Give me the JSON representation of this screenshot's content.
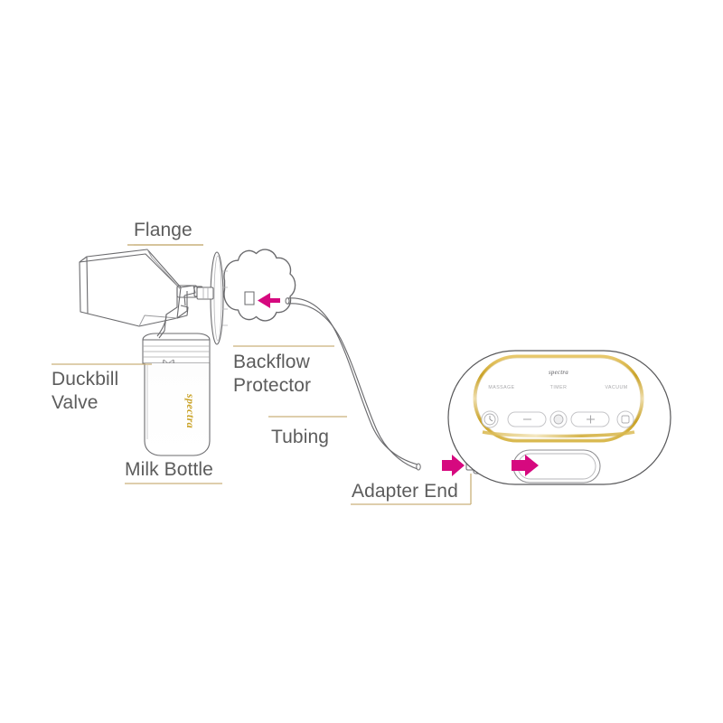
{
  "diagram": {
    "title": "Breast pump assembly diagram",
    "colors": {
      "outline": "#58585a",
      "outline_light": "#8d8d90",
      "gold": "#c9a227",
      "gold_rule": "#c9b07a",
      "magenta": "#d6097f",
      "label_text": "#5c5c5c",
      "background": "#ffffff"
    },
    "callouts": [
      {
        "id": "flange",
        "label": "Flange",
        "rule": "below"
      },
      {
        "id": "backflow-protector",
        "label": "Backflow\nProtector",
        "line1": "Backflow",
        "line2": "Protector",
        "rule": "above"
      },
      {
        "id": "duckbill-valve",
        "label": "Duckbill\nValve",
        "line1": "Duckbill",
        "line2": "Valve",
        "rule": "above"
      },
      {
        "id": "milk-bottle",
        "label": "Milk Bottle",
        "rule": "below"
      },
      {
        "id": "tubing",
        "label": "Tubing",
        "rule": "above"
      },
      {
        "id": "adapter-end",
        "label": "Adapter End",
        "rule": "below"
      }
    ],
    "labels": {
      "flange": "Flange",
      "backflow_protector_line1": "Backflow",
      "backflow_protector_line2": "Protector",
      "duckbill_valve_line1": "Duckbill",
      "duckbill_valve_line2": "Valve",
      "milk_bottle": "Milk Bottle",
      "tubing": "Tubing",
      "adapter_end": "Adapter End"
    },
    "bottle": {
      "brand_logo": "spectra"
    },
    "pump": {
      "brand_logo": "spectra",
      "display_labels": {
        "left": "MASSAGE",
        "center": "TIMER",
        "right": "VACUUM"
      },
      "buttons": [
        {
          "id": "power-timer",
          "icon": "power-clock-icon",
          "label": ""
        },
        {
          "id": "level-down",
          "icon": "minus-icon",
          "label": ""
        },
        {
          "id": "mode",
          "icon": "mode-icon",
          "label": ""
        },
        {
          "id": "level-up",
          "icon": "plus-icon",
          "label": ""
        },
        {
          "id": "night-light",
          "icon": "light-icon",
          "label": ""
        }
      ],
      "port": {
        "id": "tubing-port",
        "name": "Tubing port"
      }
    },
    "arrows": [
      {
        "id": "arrow-tubing-to-backflow",
        "direction": "left"
      },
      {
        "id": "arrow-tubing-to-adapter",
        "direction": "right"
      },
      {
        "id": "arrow-adapter-to-port",
        "direction": "right"
      }
    ]
  }
}
